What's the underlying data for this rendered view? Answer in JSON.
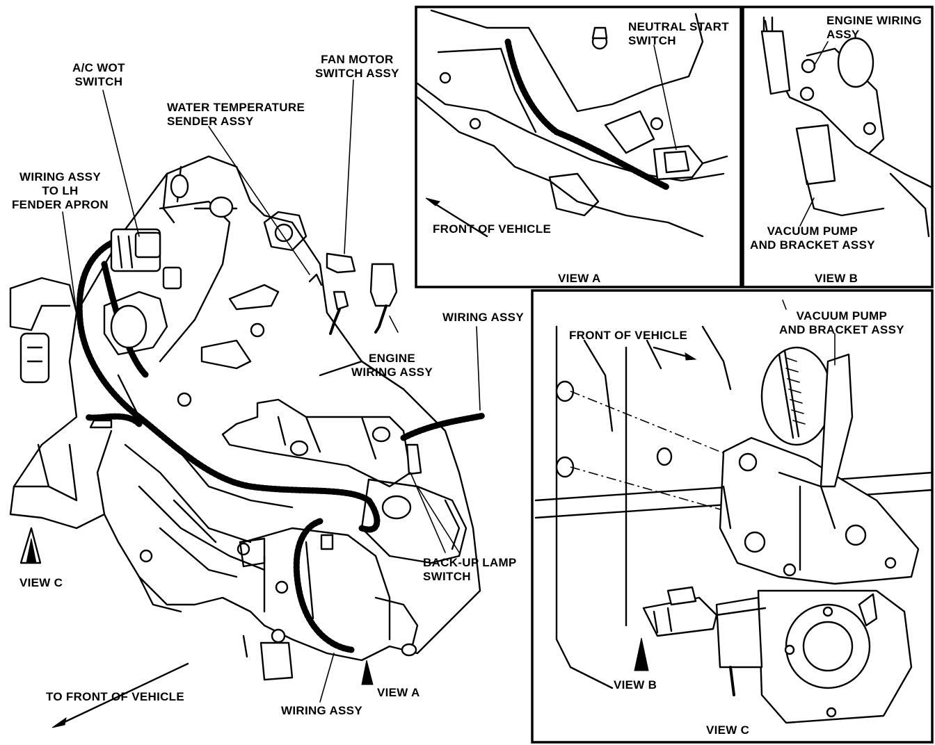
{
  "labels": {
    "ac_wot_switch": [
      "A/C WOT",
      "SWITCH"
    ],
    "fan_motor_switch": [
      "FAN MOTOR",
      "SWITCH ASSY"
    ],
    "water_temp_sender": [
      "WATER TEMPERATURE",
      "SENDER ASSY"
    ],
    "wiring_lh_fender": [
      "WIRING ASSY",
      "TO LH",
      "FENDER APRON"
    ],
    "engine_wiring_main": [
      "ENGINE",
      "WIRING ASSY"
    ],
    "wiring_assy_right": "WIRING ASSY",
    "backup_lamp_switch": [
      "BACK-UP LAMP",
      "SWITCH"
    ],
    "view_c_main": "VIEW C",
    "to_front_of_vehicle": "TO FRONT OF VEHICLE",
    "wiring_assy_bottom": "WIRING ASSY",
    "view_a_main": "VIEW A"
  },
  "view_a": {
    "caption": "VIEW A",
    "neutral_start_switch": [
      "NEUTRAL START",
      "SWITCH"
    ],
    "front_of_vehicle": "FRONT OF VEHICLE"
  },
  "view_b": {
    "caption": "VIEW B",
    "engine_wiring": [
      "ENGINE WIRING",
      "ASSY"
    ],
    "vacuum_pump": [
      "VACUUM PUMP",
      "AND BRACKET ASSY"
    ]
  },
  "view_c": {
    "caption": "VIEW C",
    "vacuum_pump": [
      "VACUUM PUMP",
      "AND BRACKET ASSY"
    ],
    "front_of_vehicle": "FRONT OF VEHICLE",
    "view_b": "VIEW B"
  }
}
